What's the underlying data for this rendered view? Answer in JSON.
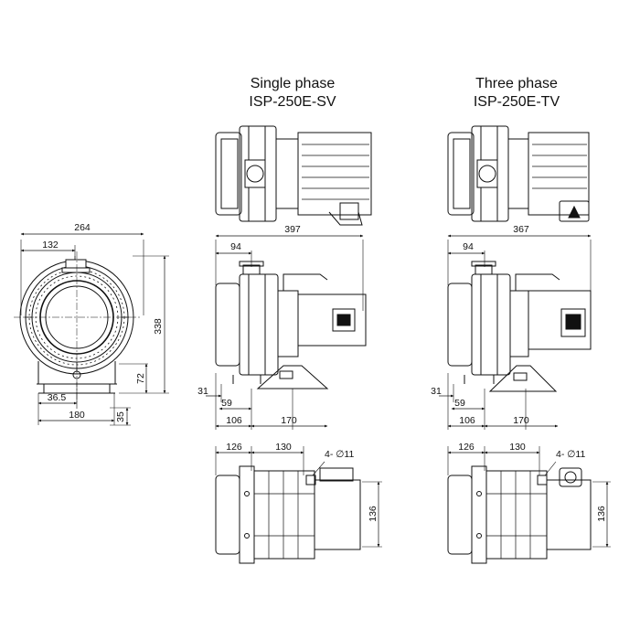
{
  "headings": {
    "single": {
      "line1": "Single phase",
      "line2": "ISP-250E-SV"
    },
    "three": {
      "line1": "Three phase",
      "line2": "ISP-250E-TV"
    }
  },
  "end_view": {
    "width_overall": "264",
    "center_offset": "132",
    "height_overall": "338",
    "flange_height": "72",
    "base_offset": "36.5",
    "base_width": "180",
    "base_height": "35"
  },
  "single_side": {
    "length_overall": "397",
    "inlet_offset": "94",
    "dim_31": "31",
    "dim_59": "59",
    "dim_106": "106",
    "dim_170": "170"
  },
  "three_side": {
    "length_overall": "367",
    "inlet_offset": "94",
    "dim_31": "31",
    "dim_59": "59",
    "dim_106": "106",
    "dim_170": "170"
  },
  "single_bottom": {
    "dim_126": "126",
    "dim_130": "130",
    "holes": "4- ∅11",
    "dim_136": "136"
  },
  "three_bottom": {
    "dim_126": "126",
    "dim_130": "130",
    "holes": "4- ∅11",
    "dim_136": "136"
  }
}
